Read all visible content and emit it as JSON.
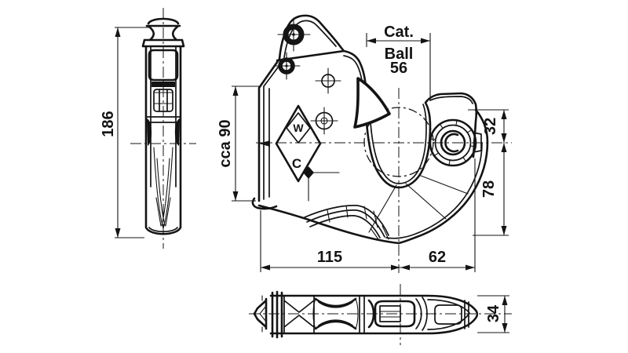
{
  "colors": {
    "background": "#ffffff",
    "ink": "#141414"
  },
  "dimensions": {
    "side_view_height": "186",
    "plate_height": "cca 90",
    "ball_spec_line1": "Cat.",
    "ball_spec_line2": "Ball",
    "ball_spec_line3": "56",
    "latch_to_center": "32",
    "center_to_bottom": "78",
    "left_length": "115",
    "right_length": "62",
    "thickness": "34"
  },
  "logo": {
    "diamond_letter": "W",
    "mark_letter": "C"
  }
}
